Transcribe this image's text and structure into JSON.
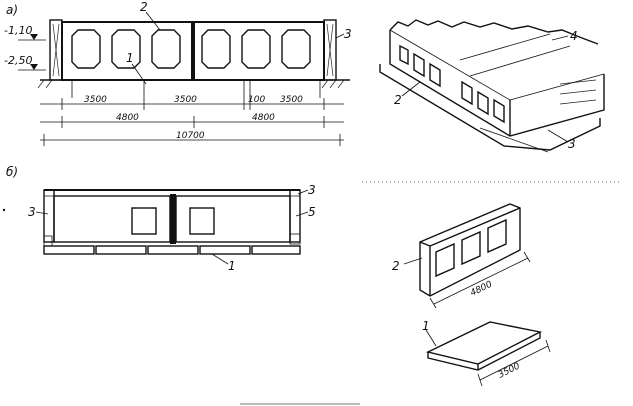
{
  "panel_a": {
    "label": "а)",
    "levels": [
      "-1,10",
      "-2,50"
    ],
    "callouts": [
      "2",
      "1",
      "3"
    ],
    "dims_row1": [
      "3500",
      "3500",
      "100",
      "3500"
    ],
    "dims_row2": [
      "4800",
      "4800"
    ],
    "dim_total": "10700"
  },
  "panel_a_3d": {
    "callouts": [
      "4",
      "2",
      "3"
    ]
  },
  "panel_b": {
    "label": "б)",
    "callouts": [
      "3",
      "3",
      "5",
      "1"
    ]
  },
  "panel_b_3d": {
    "callouts": [
      "2",
      "1"
    ],
    "dim_wall": "4800",
    "dim_slab": "3500"
  }
}
